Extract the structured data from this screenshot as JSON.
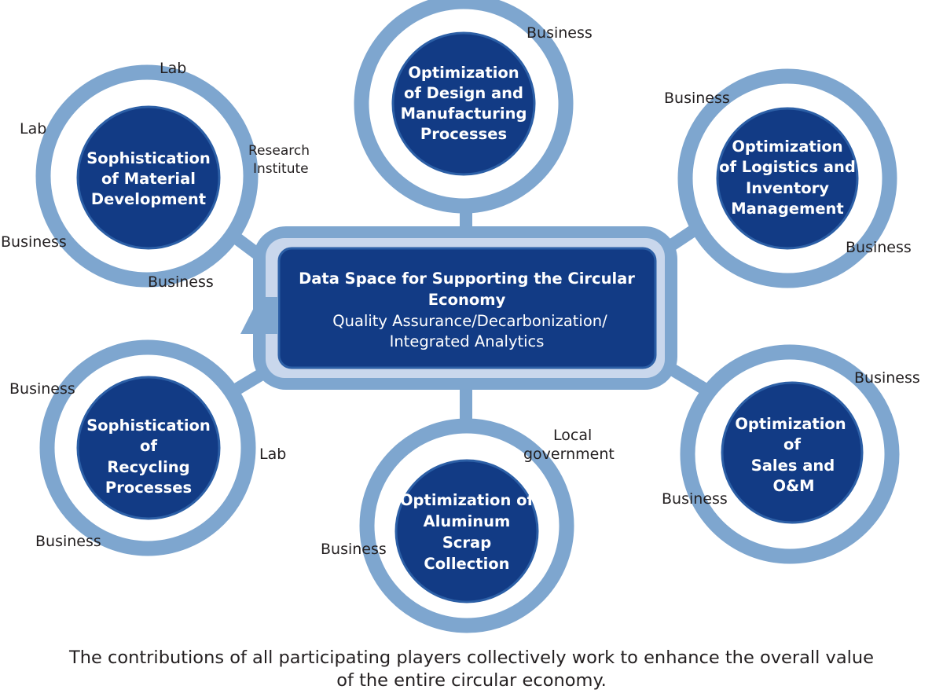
{
  "hub": {
    "title_lines": [
      "Data Space for Supporting the Circular",
      "Economy"
    ],
    "subtitle_lines": [
      "Quality Assurance/Decarbonization/",
      "Integrated Analytics"
    ]
  },
  "nodes": [
    {
      "id": "material",
      "title_lines": [
        "Sophistication",
        "of Material",
        "Development"
      ],
      "actors": [
        "Lab",
        "Lab",
        "Research",
        "Institute",
        "Business",
        "Business"
      ]
    },
    {
      "id": "design",
      "title_lines": [
        "Optimization",
        "of Design and",
        "Manufacturing",
        "Processes"
      ],
      "actors": [
        "Business"
      ]
    },
    {
      "id": "logistics",
      "title_lines": [
        "Optimization",
        "of Logistics and",
        "Inventory",
        "Management"
      ],
      "actors": [
        "Business",
        "Business"
      ]
    },
    {
      "id": "recycling",
      "title_lines": [
        "Sophistication",
        "of",
        "Recycling",
        "Processes"
      ],
      "actors": [
        "Business",
        "Lab",
        "Business"
      ]
    },
    {
      "id": "scrap",
      "title_lines": [
        "Optimization of",
        "Aluminum",
        "Scrap",
        "Collection"
      ],
      "actors": [
        "Local",
        "government",
        "Business"
      ]
    },
    {
      "id": "sales",
      "title_lines": [
        "Optimization",
        "of",
        "Sales and",
        "O&M"
      ],
      "actors": [
        "Business",
        "Business"
      ]
    }
  ],
  "caption_lines": [
    "The contributions of all participating players collectively work to enhance the overall value",
    "of the entire circular economy."
  ],
  "colors": {
    "ring": "#7ea6cf",
    "node_fill": "#123b85",
    "hub_outer": "#7ea6cf",
    "hub_inner_band": "#c9d7ec",
    "text_dark": "#231f20"
  }
}
